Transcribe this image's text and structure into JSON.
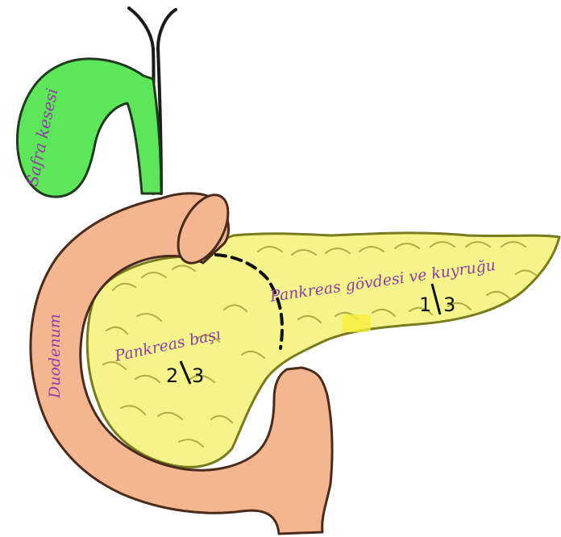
{
  "diagram": {
    "labels": {
      "gallbladder": "Safra kesesi",
      "duodenum": "Duodenum",
      "head": "Pankreas başı",
      "body_tail": "Pankreas gövdesi ve kuyruğu"
    },
    "fractions": {
      "head": {
        "num": "2",
        "den": "3"
      },
      "body_tail": {
        "num": "1",
        "den": "3"
      }
    },
    "colors": {
      "pancreas_fill": "#f4f48a",
      "pancreas_outline": "#7a7a1e",
      "duodenum_fill": "#f3b690",
      "duodenum_outline": "#4a2a1a",
      "gallbladder_fill": "#5ee65a",
      "gallbladder_outline": "#1f3a1f",
      "label_color": "#8e3fa3",
      "divider": "#111111"
    }
  }
}
